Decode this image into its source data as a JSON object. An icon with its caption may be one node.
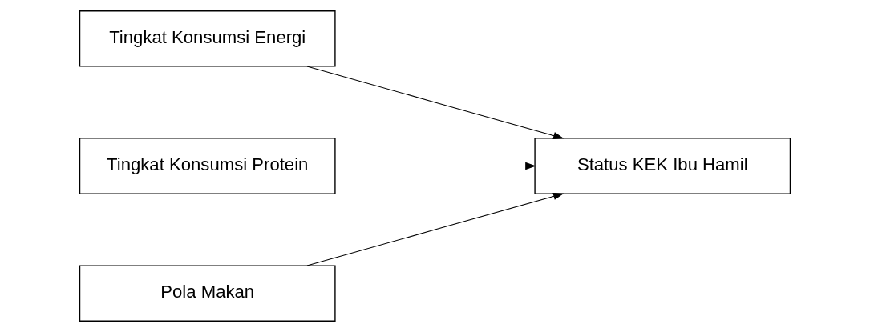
{
  "diagram": {
    "nodes": [
      {
        "text": [
          "Tingkat Konsumsi Energi"
        ]
      },
      {
        "text": [
          "Tingkat Konsumsi Protein"
        ]
      },
      {
        "text": [
          "Pola Makan"
        ]
      },
      {
        "text": [
          "Status KEK Ibu Hamil"
        ]
      }
    ],
    "edges": [
      {
        "from": 0,
        "to": 3,
        "arrow": "to"
      },
      {
        "from": 1,
        "to": 3,
        "arrow": "to"
      },
      {
        "from": 2,
        "to": 3,
        "arrow": "to"
      }
    ]
  }
}
